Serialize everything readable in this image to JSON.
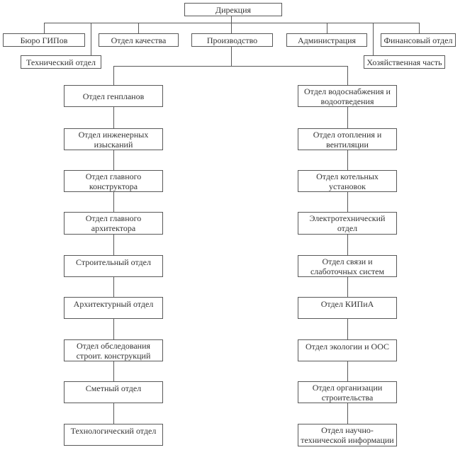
{
  "diagram": {
    "type": "org-chart",
    "colors": {
      "line": "#595959",
      "text": "#333333",
      "background": "#ffffff"
    },
    "root": {
      "label": "Дирекция"
    },
    "level2": [
      {
        "label": "Бюро ГИПов"
      },
      {
        "label": "Отдел качества"
      },
      {
        "label": "Производство"
      },
      {
        "label": "Администрация"
      },
      {
        "label": "Финансовый отдел"
      }
    ],
    "level2b": [
      {
        "label": "Технический отдел"
      },
      {
        "label": "Хозяйственная часть"
      }
    ],
    "left_column": [
      {
        "label": "Отдел генпланов"
      },
      {
        "label": "Отдел инженерных\nизысканий"
      },
      {
        "label": "Отдел главного\nконструктора"
      },
      {
        "label": "Отдел главного\nархитектора"
      },
      {
        "label": "Строительный отдел"
      },
      {
        "label": "Архитектурный отдел"
      },
      {
        "label": "Отдел обследования\nстроит. конструкций"
      },
      {
        "label": "Сметный отдел"
      },
      {
        "label": "Технологический отдел"
      }
    ],
    "right_column": [
      {
        "label": "Отдел водоснабжения и\nводоотведения"
      },
      {
        "label": "Отдел отопления и\nвентиляции"
      },
      {
        "label": "Отдел котельных\nустановок"
      },
      {
        "label": "Электротехнический\nотдел"
      },
      {
        "label": "Отдел связи и\nслаботочных систем"
      },
      {
        "label": "Отдел КИПиА"
      },
      {
        "label": "Отдел экологии и ООС"
      },
      {
        "label": "Отдел организации\nстроительства"
      },
      {
        "label": "Отдел научно-\nтехнической информации"
      }
    ]
  }
}
